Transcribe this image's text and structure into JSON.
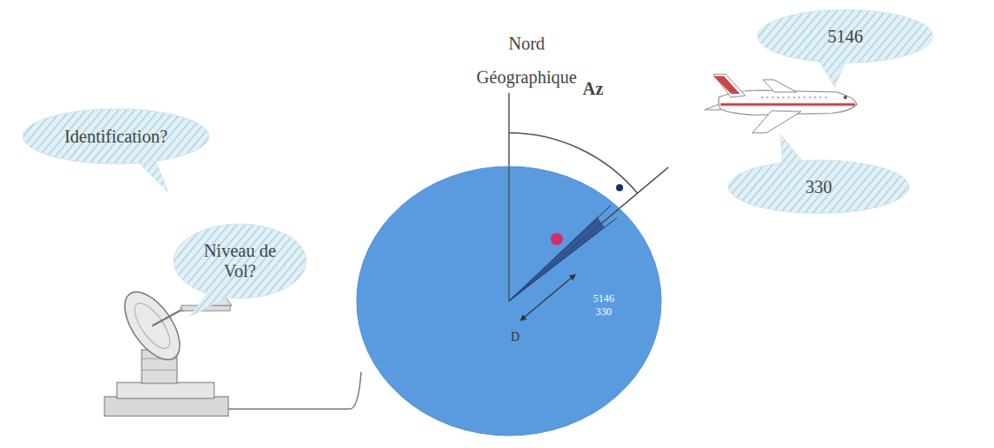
{
  "diagram": {
    "nodes": [
      {
        "text": [
          "5146"
        ]
      },
      {
        "text": [
          "Identification?"
        ]
      },
      {
        "text": [
          "330"
        ]
      },
      {
        "text": [
          "Niveau de Vol?"
        ]
      },
      {
        "text": [
          "5146 330",
          "D"
        ]
      }
    ],
    "labels": [
      "Nord Géographique",
      "Az"
    ]
  }
}
